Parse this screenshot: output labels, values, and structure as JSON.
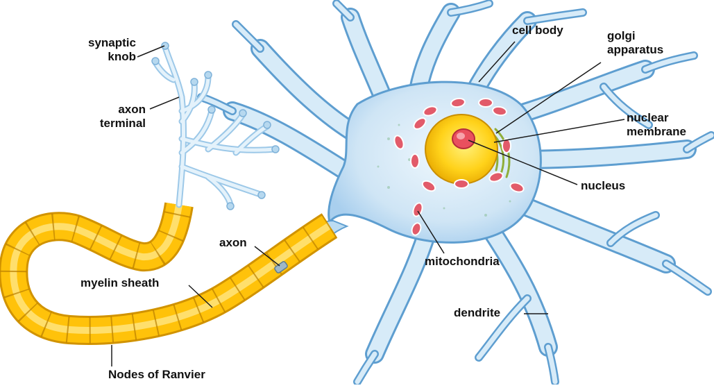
{
  "colors": {
    "cell_fill": "#d4e9f7",
    "cell_stroke": "#5e9ed0",
    "myelin": "#ffcc1a",
    "myelin_dark": "#e6a400",
    "nucleus": "#ffd11a",
    "nucleolus": "#e9505e",
    "mitochondria": "#e25b6a",
    "leader": "#1a1a1a"
  },
  "labels": {
    "synaptic_knob": [
      "synaptic",
      "knob"
    ],
    "axon_terminal": [
      "axon",
      "terminal"
    ],
    "cell_body": "cell body",
    "golgi_apparatus": [
      "golgi",
      "apparatus"
    ],
    "nuclear_membrane": [
      "nuclear",
      "membrane"
    ],
    "nucleus": "nucleus",
    "axon": "axon",
    "mitochondria": "mitochondria",
    "myelin_sheath": "myelin sheath",
    "dendrite": "dendrite",
    "nodes_of_ranvier": "Nodes of Ranvier"
  }
}
